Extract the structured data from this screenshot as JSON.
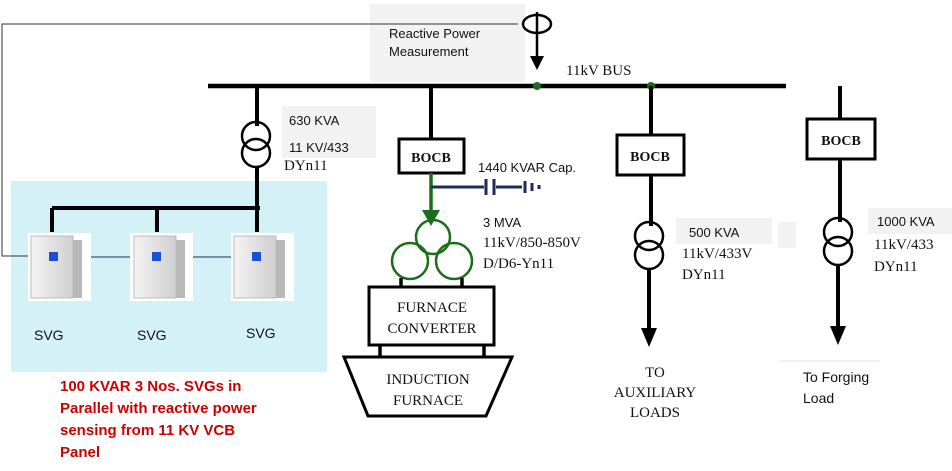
{
  "measurement": {
    "label_line1": "Reactive Power",
    "label_line2": "Measurement"
  },
  "bus": {
    "label": "11kV BUS"
  },
  "transformer_630": {
    "rating": "630 KVA",
    "voltage": "11 KV/433",
    "vector": "DYn11"
  },
  "svg_panel": {
    "units": [
      {
        "label": "SVG"
      },
      {
        "label": "SVG"
      },
      {
        "label": "SVG"
      }
    ],
    "caption_lines": [
      "100 KVAR 3 Nos. SVGs in",
      "Parallel with reactive power",
      "sensing from 11 KV VCB",
      "Panel"
    ],
    "panel_color": "#d3f1f6",
    "caption_color": "#cc0000",
    "screen_color": "#1a4fd6"
  },
  "furnace_feeder": {
    "breaker": "BOCB",
    "capacitor": "1440 KVAR Cap.",
    "transformer": {
      "rating": "3 MVA",
      "voltage": "11kV/850-850V",
      "vector": "D/D6-Yn11"
    },
    "converter_line1": "FURNACE",
    "converter_line2": "CONVERTER",
    "furnace_line1": "INDUCTION",
    "furnace_line2": "FURNACE",
    "feeder_color": "#1a6e1a",
    "capacitor_color": "#1f2a5c"
  },
  "auxiliary_feeder": {
    "breaker": "BOCB",
    "transformer": {
      "rating": "500 KVA",
      "voltage": "11kV/433V",
      "vector": "DYn11"
    },
    "load_line1": "TO",
    "load_line2": "AUXILIARY",
    "load_line3": "LOADS"
  },
  "forging_feeder": {
    "breaker": "BOCB",
    "transformer": {
      "rating": "1000 KVA",
      "voltage": "11kV/433",
      "vector": "DYn11"
    },
    "load_line1": "To Forging",
    "load_line2": "Load"
  }
}
